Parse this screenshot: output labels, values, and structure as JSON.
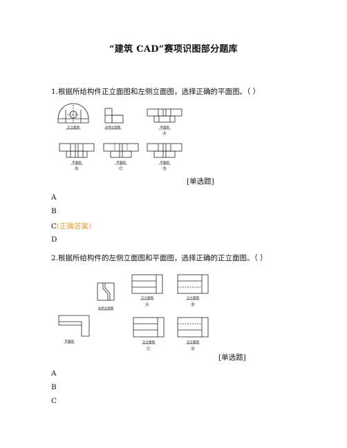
{
  "doc": {
    "title": "“建筑 CAD”赛项识图部分题库"
  },
  "q1": {
    "stem": "1.根据所给构件正立面图和左侧立面图，选择正确的平面图。（ ）",
    "type_tag": "[单选题]",
    "labels": {
      "front": "正立面图",
      "left": "左侧立面图",
      "plan": "平面图",
      "A": "Ⓐ",
      "B": "Ⓑ",
      "C": "Ⓒ",
      "D": "Ⓓ"
    },
    "options": [
      "A",
      "B",
      "C",
      "D"
    ],
    "correct_mark": "(正确答案)"
  },
  "q2": {
    "stem": "2.根据所给构件的左侧立面图和平面图，选择正确的正立面图。（ ）",
    "type_tag": "[单选题]",
    "labels": {
      "left": "左侧立面图",
      "plan": "平面图",
      "front": "正立面图",
      "A": "Ⓐ",
      "B": "Ⓑ",
      "C": "Ⓒ",
      "D": "Ⓓ"
    },
    "options": [
      "A",
      "B",
      "C"
    ]
  }
}
